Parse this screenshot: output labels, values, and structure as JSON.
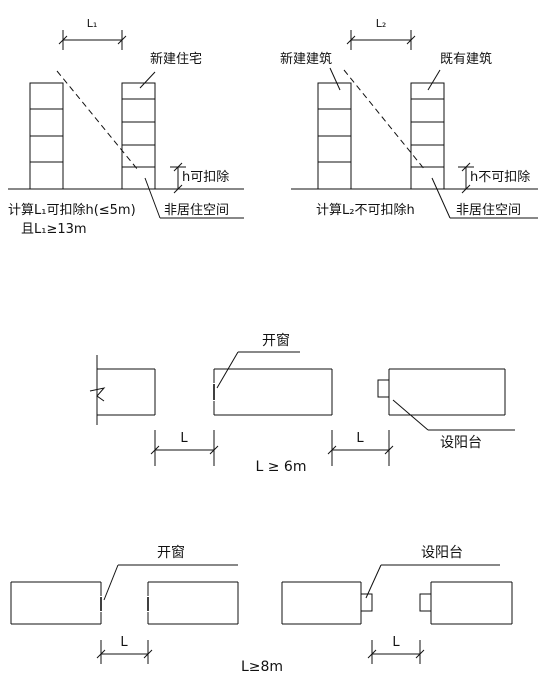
{
  "diagram1": {
    "spacing_label": "L₁",
    "new_residence": "新建住宅",
    "h_label": "h可扣除",
    "non_residential": "非居住空间",
    "calc_line1": "计算L₁可扣除h(≤5m)",
    "calc_line2": "且L₁≥13m"
  },
  "diagram2": {
    "spacing_label": "L₂",
    "new_building": "新建建筑",
    "existing_building": "既有建筑",
    "h_label": "h不可扣除",
    "non_residential": "非居住空间",
    "calc_line": "计算L₂不可扣除h"
  },
  "diagram3": {
    "window_label": "开窗",
    "balcony_label": "设阳台",
    "l_left": "L",
    "l_right": "L",
    "condition": "L ≥ 6m"
  },
  "diagram4": {
    "window_label": "开窗",
    "balcony_label": "设阳台",
    "l_left": "L",
    "l_right": "L",
    "condition": "L≥8m"
  },
  "colors": {
    "line": "#111111",
    "background": "#ffffff"
  }
}
